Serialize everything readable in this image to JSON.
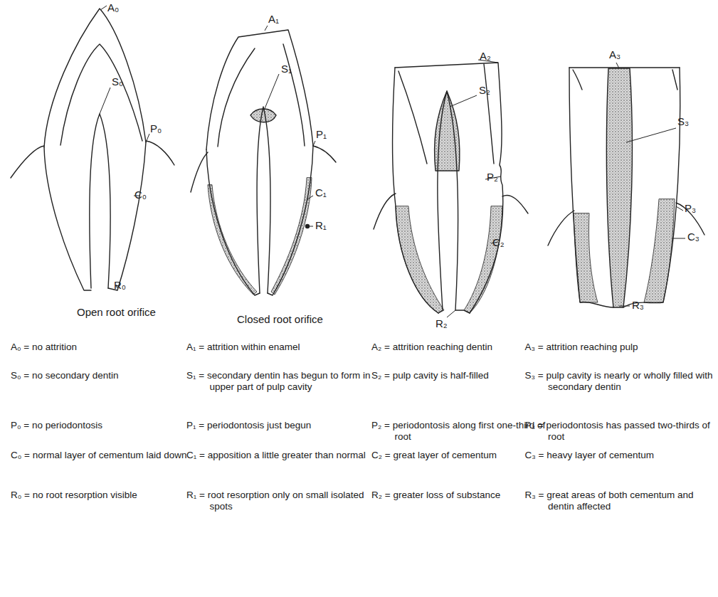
{
  "diagram": {
    "labels": [
      "A₀",
      "S₀",
      "P₀",
      "C₀",
      "R₀",
      "Open root orifice",
      "A₁",
      "S₁",
      "P₁",
      "C₁",
      "R₁",
      "Closed root orifice",
      "A₂",
      "S₂",
      "P₂",
      "C₂",
      "R₂",
      "A₃",
      "S₃",
      "P₃",
      "C₃",
      "R₃",
      "A₀ = no attrition",
      "A₁ = attrition within enamel",
      "A₂ = attrition reaching dentin",
      "A₃ = attrition reaching pulp",
      "S₀ = no secondary dentin",
      "S₁ = secondary dentin has begun to form in upper part of pulp cavity",
      "S₂ = pulp cavity is half-filled",
      "S₃ = pulp cavity is nearly or wholly filled with secondary dentin",
      "P₀ = no periodontosis",
      "P₁ = periodontosis just begun",
      "P₂ = periodontosis along first one-third of root",
      "P₃ = periodontosis has passed two-thirds of root",
      "C₀ = normal layer of cementum laid down",
      "C₁ = apposition a little greater than normal",
      "C₂ = great layer of cementum",
      "C₃ = heavy layer of cementum",
      "R₀ = no root resorption visible",
      "R₁ = root resorption only on small isolated spots",
      "R₂ = greater loss of substance",
      "R₃ = great areas of both cementum and dentin affected"
    ]
  }
}
